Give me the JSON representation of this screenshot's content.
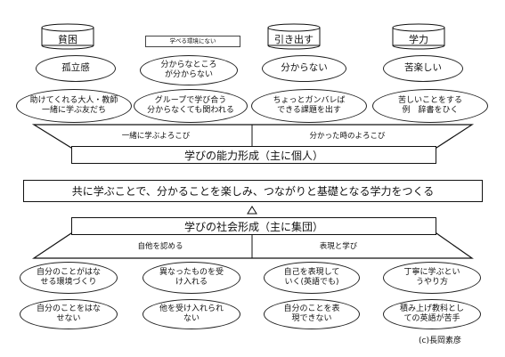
{
  "top_categories": [
    {
      "label": "貧困"
    },
    {
      "label": "引き出す"
    },
    {
      "label": "学力"
    }
  ],
  "note_box": "学べる環境にない",
  "row1_ovals": [
    "孤立感",
    "分からなところ\nが分からない",
    "分からない",
    "苦楽しい"
  ],
  "row2_ovals": [
    "助けてくれる大人・教師\n一緒に学ぶ友だち",
    "グループで学び合う\n分からなくても関われる",
    "ちょっとガンバレば\nできる課題を出す",
    "苦しいことをする\n例　辞書をひく"
  ],
  "joys": {
    "left": "一緒に学ぶよろこび",
    "right": "分かった時のよろこび"
  },
  "band_individual": "学びの能力形成（主に個人）",
  "band_center": "共に学ぶことで、分かることを楽しみ、つながりと基礎となる学力をつくる",
  "band_social": "学びの社会形成（主に集団）",
  "lower_labels": {
    "left": "自他を認める",
    "right": "表現と学び"
  },
  "row3_ovals": [
    "自分のことがはな\nせる環境づくり",
    "異なったものを受\nけ入れる",
    "自己を表現して\nいく(英語でも)",
    "丁寧に学ぶとい\nうやり方"
  ],
  "row4_ovals": [
    "自分のことをはな\nせない",
    "他を受け入れられ\nない",
    "自分のことを表\n現できない",
    "積み上げ教科とし\nての英語が苦手"
  ],
  "copyright": "(c)長岡素彦"
}
